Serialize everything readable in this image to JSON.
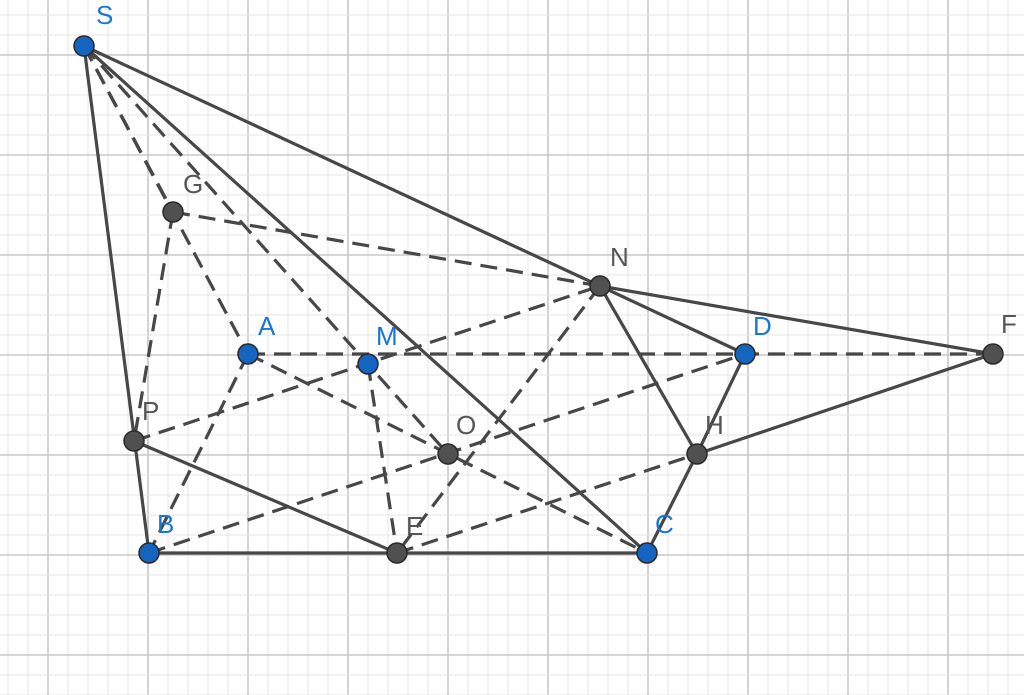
{
  "colors": {
    "free_point": "#1565c0",
    "dependent_point": "#505050",
    "segment": "#474747",
    "grid_minor": "#e4e4e4",
    "grid_major": "#c8c8c8",
    "label_free": "#1976d2",
    "label_dependent": "#555555"
  },
  "points": [
    {
      "id": "S",
      "label": "S",
      "kind": "free"
    },
    {
      "id": "G",
      "label": "G",
      "kind": "dependent"
    },
    {
      "id": "A",
      "label": "A",
      "kind": "free"
    },
    {
      "id": "M",
      "label": "M",
      "kind": "free"
    },
    {
      "id": "N",
      "label": "N",
      "kind": "dependent"
    },
    {
      "id": "D",
      "label": "D",
      "kind": "free"
    },
    {
      "id": "F",
      "label": "F",
      "kind": "dependent"
    },
    {
      "id": "P",
      "label": "P",
      "kind": "dependent"
    },
    {
      "id": "O",
      "label": "O",
      "kind": "dependent"
    },
    {
      "id": "H",
      "label": "H",
      "kind": "dependent"
    },
    {
      "id": "B",
      "label": "B",
      "kind": "free"
    },
    {
      "id": "E",
      "label": "E",
      "kind": "dependent"
    },
    {
      "id": "C",
      "label": "C",
      "kind": "free"
    }
  ],
  "segments": [
    {
      "from": "S",
      "to": "B",
      "style": "solid"
    },
    {
      "from": "S",
      "to": "N",
      "style": "solid"
    },
    {
      "from": "S",
      "to": "C",
      "style": "solid"
    },
    {
      "from": "B",
      "to": "C",
      "style": "solid"
    },
    {
      "from": "P",
      "to": "E",
      "style": "solid"
    },
    {
      "from": "N",
      "to": "F",
      "style": "solid"
    },
    {
      "from": "N",
      "to": "D",
      "style": "solid"
    },
    {
      "from": "N",
      "to": "H",
      "style": "solid"
    },
    {
      "from": "H",
      "to": "F",
      "style": "solid"
    },
    {
      "from": "H",
      "to": "C",
      "style": "solid"
    },
    {
      "from": "D",
      "to": "H",
      "style": "solid"
    },
    {
      "from": "S",
      "to": "A",
      "style": "dashed"
    },
    {
      "from": "S",
      "to": "O",
      "style": "dashed"
    },
    {
      "from": "S",
      "to": "G",
      "style": "dashed"
    },
    {
      "from": "G",
      "to": "N",
      "style": "dashed"
    },
    {
      "from": "G",
      "to": "P",
      "style": "dashed"
    },
    {
      "from": "A",
      "to": "F",
      "style": "dashed"
    },
    {
      "from": "A",
      "to": "B",
      "style": "dashed"
    },
    {
      "from": "A",
      "to": "C",
      "style": "dashed"
    },
    {
      "from": "P",
      "to": "N",
      "style": "dashed"
    },
    {
      "from": "B",
      "to": "D",
      "style": "dashed"
    },
    {
      "from": "M",
      "to": "E",
      "style": "dashed"
    },
    {
      "from": "N",
      "to": "E",
      "style": "dashed"
    },
    {
      "from": "E",
      "to": "H",
      "style": "dashed"
    }
  ]
}
